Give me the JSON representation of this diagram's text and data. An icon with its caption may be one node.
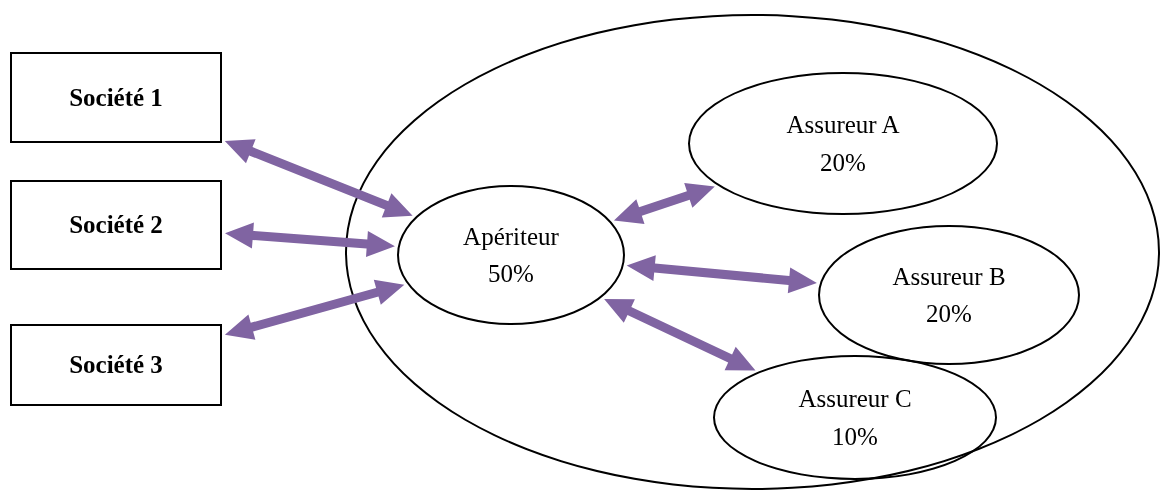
{
  "diagram": {
    "nodes": [
      {
        "text": [],
        "shape": "ellipse"
      },
      {
        "text": [
          "Société 1"
        ]
      },
      {
        "text": [
          "Société 2"
        ]
      },
      {
        "text": [
          "Société 3"
        ]
      },
      {
        "text": [
          "Apériteur",
          "50%"
        ],
        "in": 0
      },
      {
        "text": [
          "Assureur A",
          "20%"
        ],
        "in": 0
      },
      {
        "text": [
          "Assureur B",
          "20%"
        ],
        "in": 0
      },
      {
        "text": [
          "Assureur C",
          "10%"
        ],
        "in": 0
      }
    ],
    "edges": [
      {
        "from": 1,
        "to": 4,
        "arrow": "both"
      },
      {
        "from": 2,
        "to": 4,
        "arrow": "both"
      },
      {
        "from": 3,
        "to": 4,
        "arrow": "both"
      },
      {
        "from": 4,
        "to": 5,
        "arrow": "both"
      },
      {
        "from": 4,
        "to": 6,
        "arrow": "both"
      },
      {
        "from": 4,
        "to": 7,
        "arrow": "both"
      }
    ]
  }
}
